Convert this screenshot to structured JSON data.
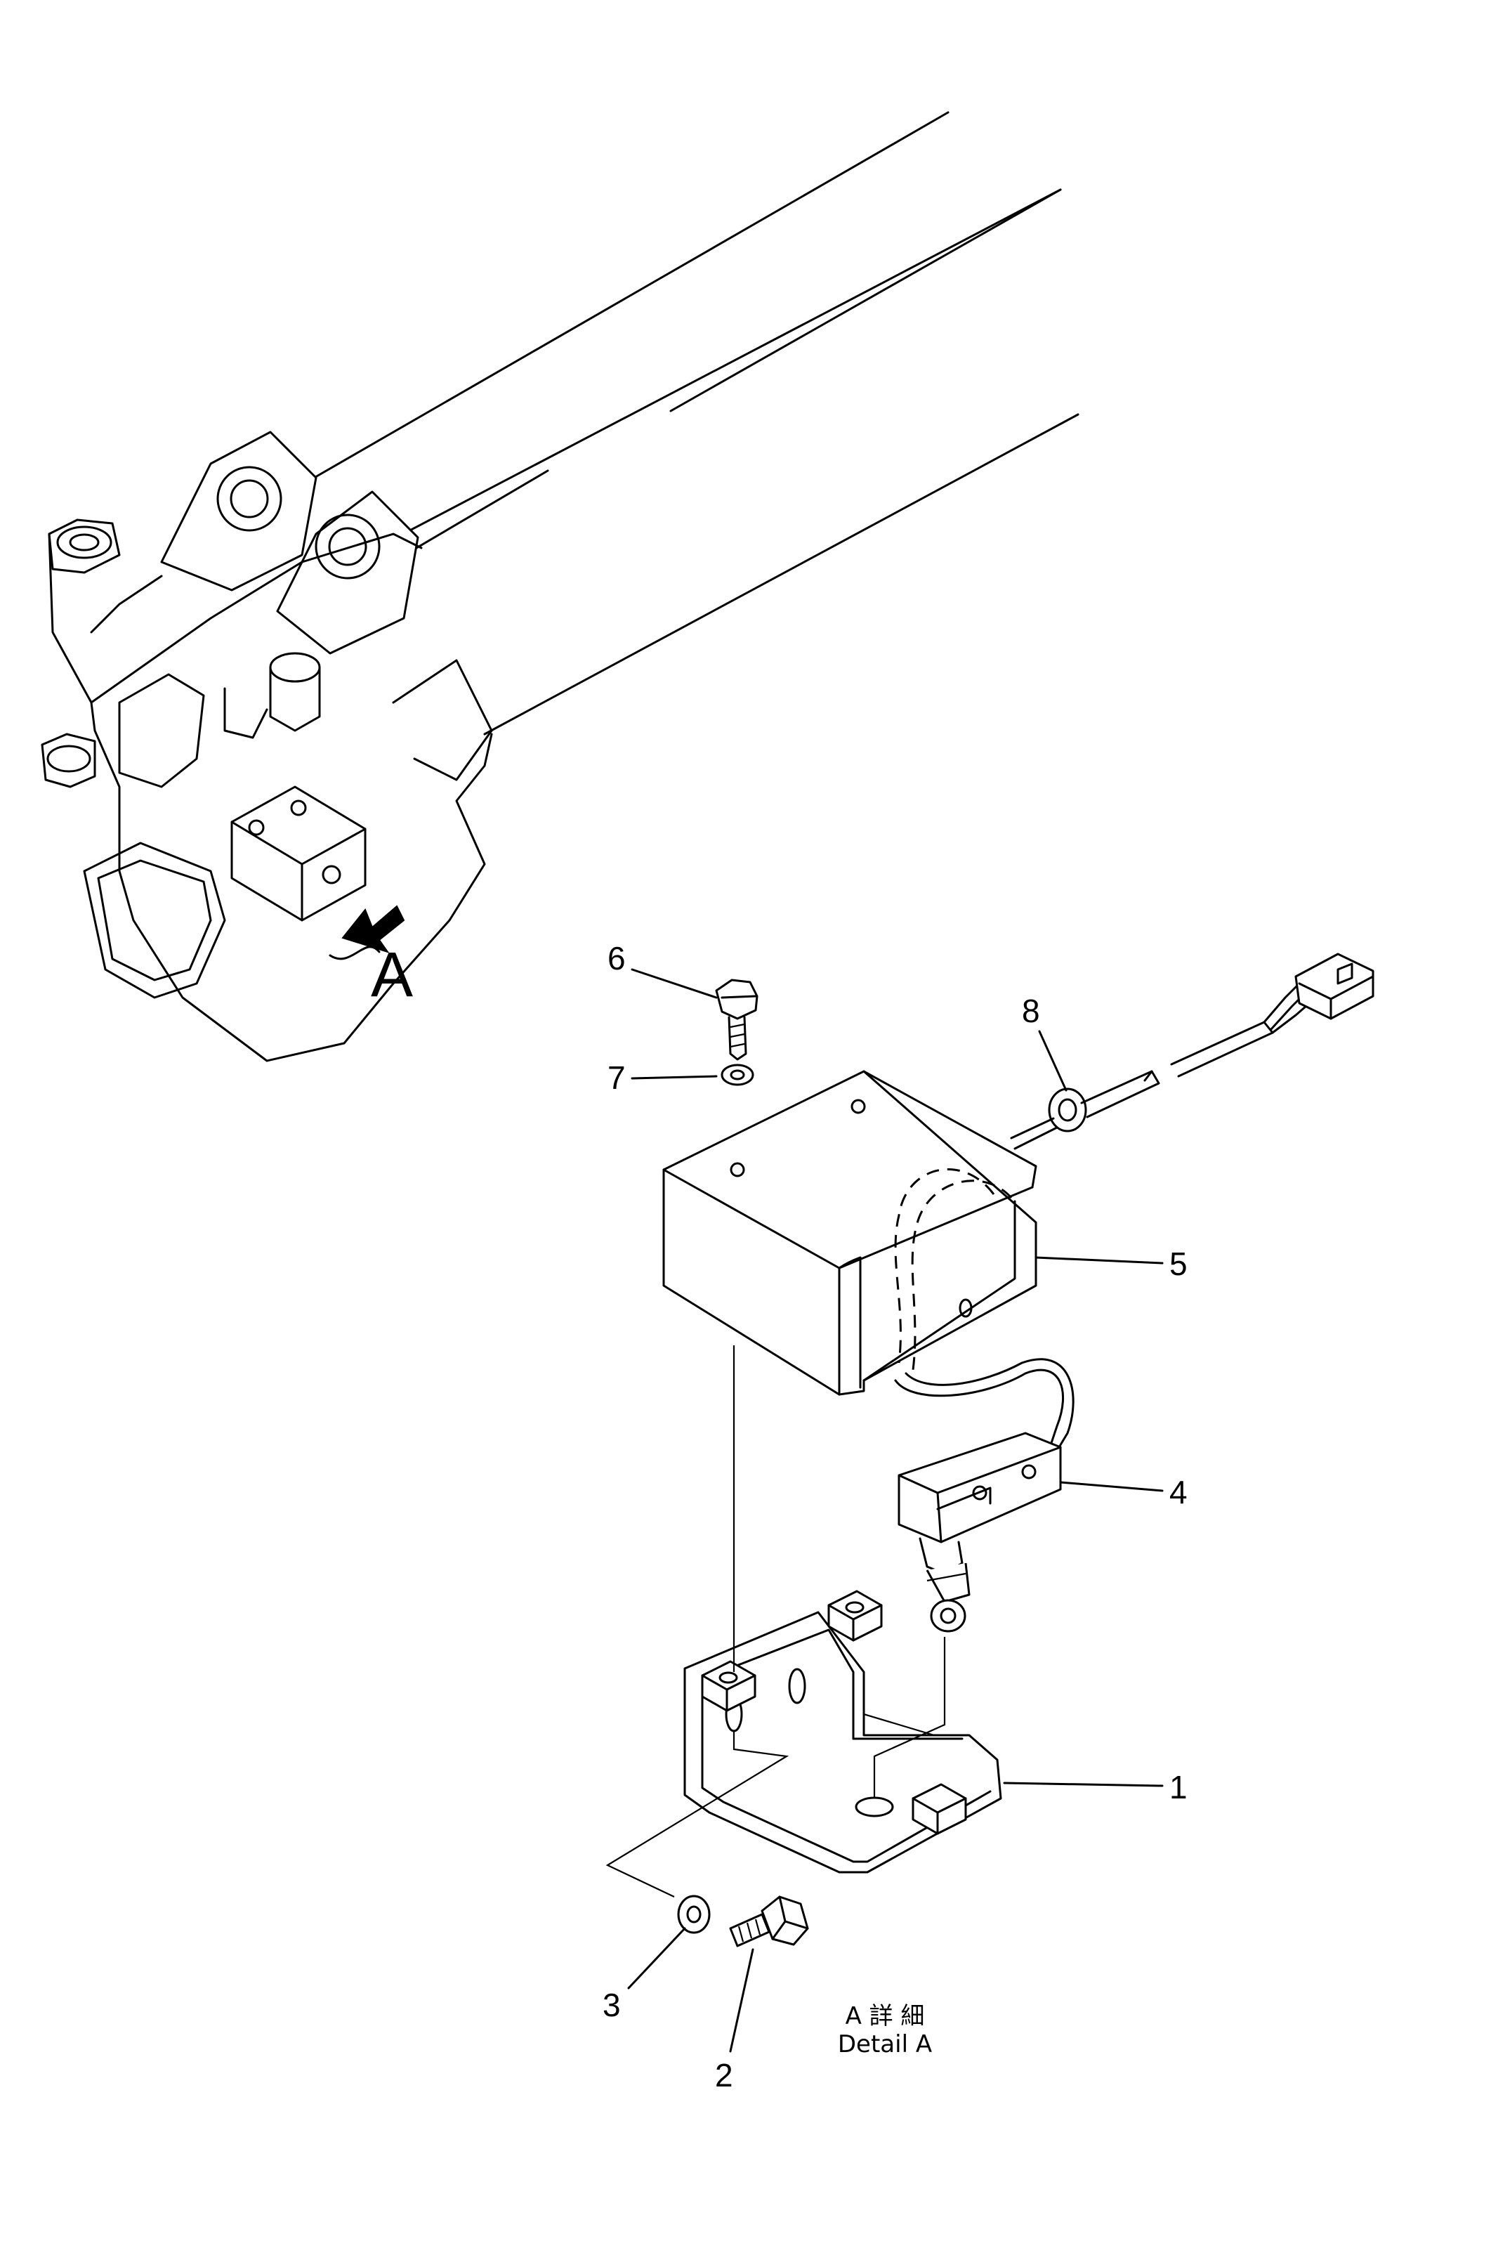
{
  "view_label": "A",
  "caption": {
    "line1": "A 詳 細",
    "line2": "Detail  A"
  },
  "callouts": [
    "1",
    "2",
    "3",
    "4",
    "5",
    "6",
    "7",
    "8"
  ]
}
